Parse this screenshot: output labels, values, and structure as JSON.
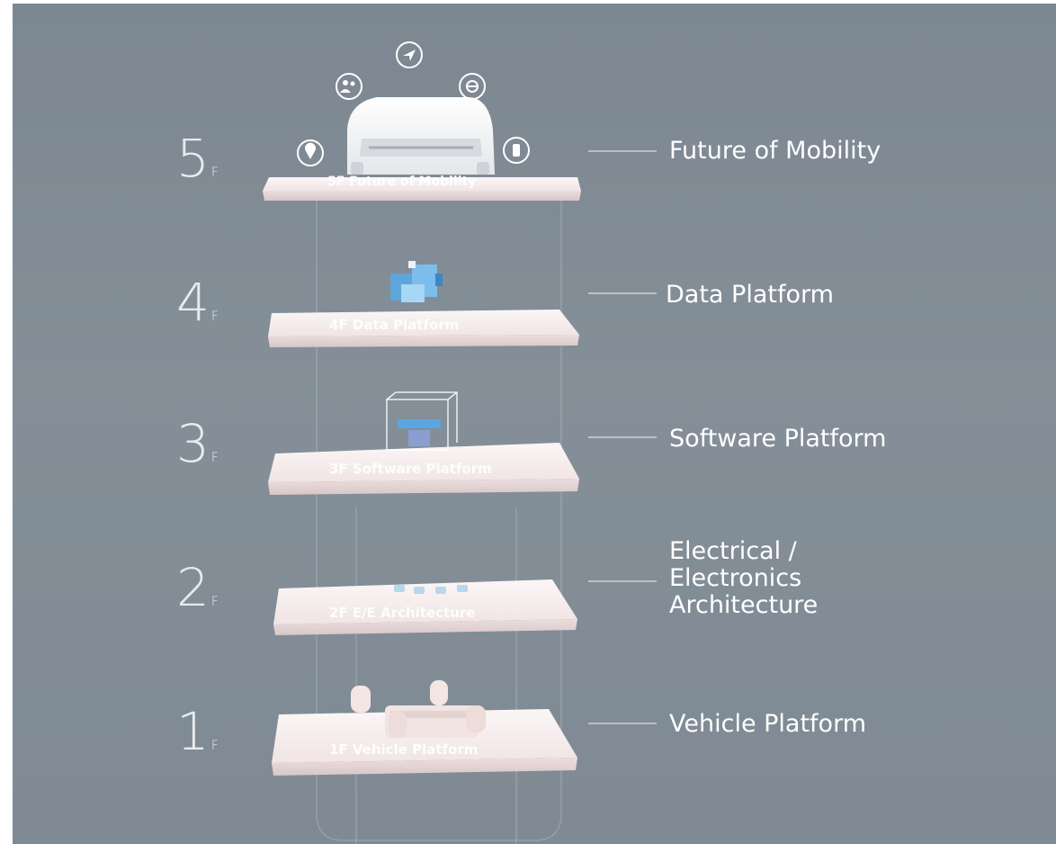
{
  "floors": [
    {
      "number": "5",
      "suffix": "F",
      "name": "Future of Mobility",
      "plate_text": "5F Future of Mobility"
    },
    {
      "number": "4",
      "suffix": "F",
      "name": "Data Platform",
      "plate_text": "4F Data Platform"
    },
    {
      "number": "3",
      "suffix": "F",
      "name": "Software Platform",
      "plate_text": "3F Software Platform"
    },
    {
      "number": "2",
      "suffix": "F",
      "name_lines": [
        "Electrical /",
        "Electronics",
        "Architecture"
      ],
      "plate_text": "2F E/E Architecture"
    },
    {
      "number": "1",
      "suffix": "F",
      "name": "Vehicle Platform",
      "plate_text": "1F Vehicle Platform"
    }
  ],
  "mobility_icons": [
    "location-pin-icon",
    "people-icon",
    "navigation-icon",
    "steering-wheel-icon",
    "phone-icon"
  ],
  "colors": {
    "background": "#7f8a94",
    "plate_top": "#f6eeee",
    "plate_side": "#e7d7d8",
    "label_text": "#ffffff"
  }
}
